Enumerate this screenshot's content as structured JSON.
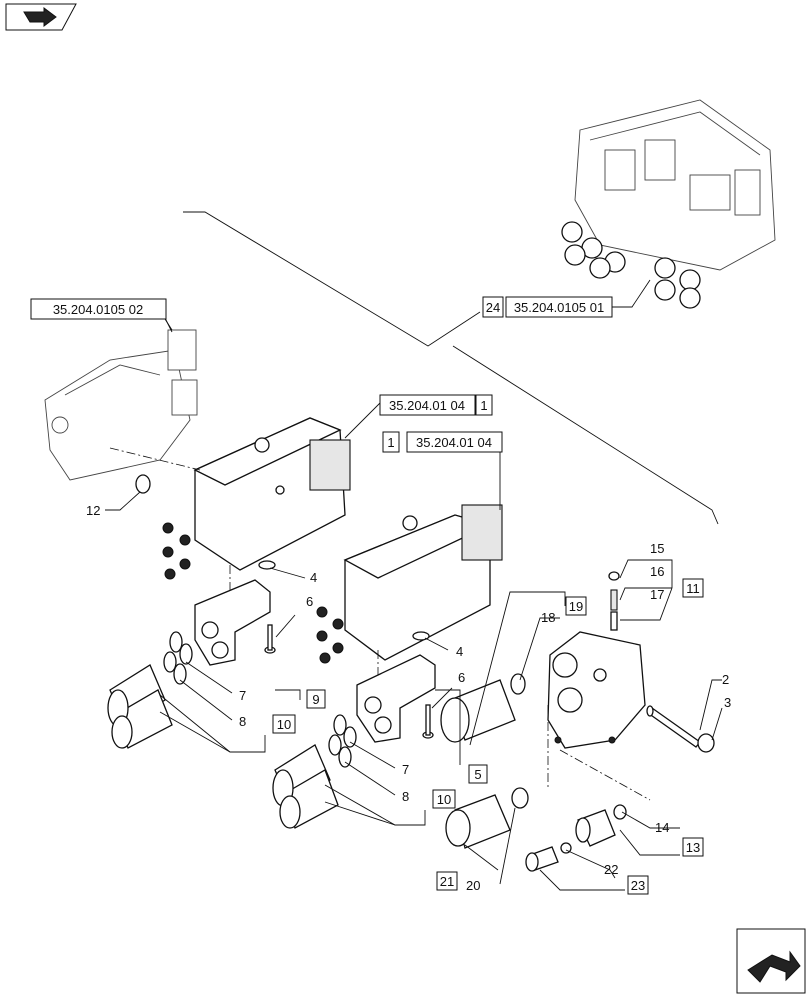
{
  "nav": {
    "top_icon": "back-arrow-icon",
    "bottom_icon": "next-page-arrow-icon"
  },
  "refs": {
    "upper_left": "35.204.0105 02",
    "upper_right": "35.204.0105 01",
    "upper_right_num": "24",
    "section_a": "35.204.01 04",
    "section_a_num": "1",
    "section_b": "35.204.01 04",
    "section_b_num": "1"
  },
  "labels": {
    "l2": "2",
    "l3": "3",
    "l4a": "4",
    "l4b": "4",
    "l5": "5",
    "l6a": "6",
    "l6b": "6",
    "l7a": "7",
    "l7b": "7",
    "l8a": "8",
    "l8b": "8",
    "l9": "9",
    "l10a": "10",
    "l10b": "10",
    "l11": "11",
    "l12": "12",
    "l13": "13",
    "l14": "14",
    "l15": "15",
    "l16": "16",
    "l17": "17",
    "l18": "18",
    "l19": "19",
    "l20": "20",
    "l21": "21",
    "l22": "22",
    "l23": "23"
  }
}
